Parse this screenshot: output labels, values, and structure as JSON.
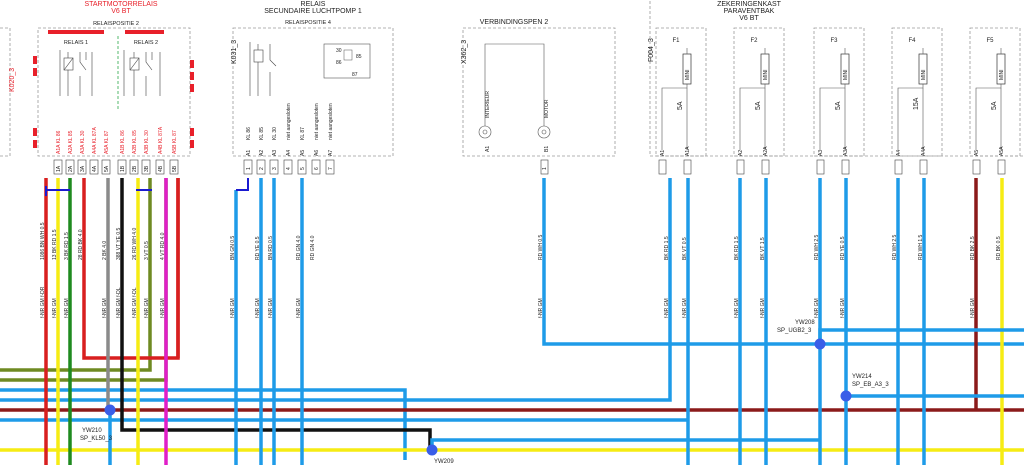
{
  "headers": {
    "start_title": "STARTMOTORRELAIS",
    "start_sub": "V6 BT",
    "relaispos2": "RELAISPOSITIE 2",
    "relais1": "RELAIS 1",
    "relais2": "RELAIS 2",
    "secundaire_title": "RELAIS",
    "secundaire_sub": "SECUNDAIRE LUCHTPOMP 1",
    "relaispos4": "RELAISPOSITIE 4",
    "verbindingspen": "VERBINDINGSPEN 2",
    "zekering_title": "ZEKERINGENKAST",
    "zekering_sub1": "PARAVENTBAK",
    "zekering_sub2": "V6 BT"
  },
  "components": {
    "k020": "K020_3",
    "k031": "K031_3",
    "x362": "X362_3",
    "f004": "F004_3"
  },
  "relay_legend": {
    "p30": "30",
    "p85": "85",
    "p86": "86",
    "p87": "87"
  },
  "startmotor_labels": [
    "A1A KL 86",
    "A2A KL 85",
    "A3A KL 30",
    "A4A KL 87A",
    "A5A KL 87",
    "A1B KL 86",
    "A2B KL 85",
    "A3B KL 30",
    "A4B KL 87A",
    "A5B KL 87"
  ],
  "startmotor_pins": [
    "1A",
    "2A",
    "3A",
    "4A",
    "5A",
    "1B",
    "2B",
    "3B",
    "4B",
    "5B"
  ],
  "secundaire_labels": [
    "A1 KL 86",
    "A2 KL 85",
    "A3 KL 30",
    "A4 niet aangesloten",
    "A5 KL 87",
    "A6 niet aangesloten",
    "A7 niet aangesloten"
  ],
  "secundaire_codes": [
    "A1",
    "A2",
    "A3",
    "A4",
    "A5",
    "A6",
    "A7"
  ],
  "secundaire_pins": [
    "1",
    "2",
    "3",
    "4",
    "5",
    "6",
    "7"
  ],
  "pen_labels": [
    "INTERIEUR",
    "MOTOR"
  ],
  "pen_codes": [
    "A1",
    "B1"
  ],
  "pen_pins": [
    "1"
  ],
  "fuses": [
    {
      "name": "F1",
      "rating": "5A",
      "type": "MINI",
      "pins": [
        "A1",
        "A1A"
      ]
    },
    {
      "name": "F2",
      "rating": "5A",
      "type": "MINI",
      "pins": [
        "A2",
        "A2A"
      ]
    },
    {
      "name": "F3",
      "rating": "5A",
      "type": "MINI",
      "pins": [
        "A3",
        "A3A"
      ]
    },
    {
      "name": "F4",
      "rating": "15A",
      "type": "MINI",
      "pins": [
        "A4",
        "A4A"
      ]
    },
    {
      "name": "F5",
      "rating": "5A",
      "type": "MINI",
      "pins": [
        "A5",
        "A5A"
      ]
    }
  ],
  "wire_labels": [
    "1086 BN WH 0.5",
    "13 BK RD 1.5",
    "3 BK RD 1.5",
    "28 RD BK 4.0",
    "2 BK 4.0",
    "388 VT YE 0.5",
    "26 RD WH 4.0",
    "3 VT 0.5",
    "4 VT RD 4.0",
    "BN GN 0.5",
    "RD YE 0.5",
    "BN RD 0.5",
    "RD GN 4.0",
    "RD GN 4.0",
    "RD WH 0.5",
    "BK RD 1.5",
    "BK VT 0.5",
    "BK RD 1.5",
    "BK VT 1.5",
    "RD WH 2.5",
    "RD YE 0.5",
    "RD WH 2.5",
    "RD WH 1.5",
    "RD BK 2.5",
    "RD BK 0.5"
  ],
  "lower_labels": [
    "f-NR GM f-DR",
    "f-NR GM",
    "f-NR GM",
    "f-NR GM",
    "f-NR GM f-DL",
    "f-NR GM f-DL",
    "f-NR GM",
    "f-NR GM",
    "f-NR GM",
    "f-NR GM",
    "f-NR GM",
    "f-NR GM",
    "f-NR GM",
    "f-NR GM",
    "f-NR GM",
    "f-NR GM",
    "f-NR GM",
    "f-NR GM",
    "f-NR GM",
    "f-NR GM"
  ],
  "splices": [
    {
      "id": "YW210",
      "name": "SP_KL50_3"
    },
    {
      "id": "YW209",
      "name": ""
    },
    {
      "id": "YW208",
      "name": "SP_UGB2_3"
    },
    {
      "id": "YW214",
      "name": "SP_EB_A3_3"
    }
  ],
  "wire_colors": {
    "blue": "#1e9be8",
    "red": "#d81f1f",
    "maroon": "#8b1a1a",
    "yellow": "#f6ec13",
    "green": "#1f8a1f",
    "olive": "#6f8a22",
    "black": "#111111",
    "gray": "#8a8a8a",
    "magenta": "#e01ec8",
    "navy": "#1a1ad0",
    "dot": "#3a5ee8"
  },
  "accent_red": "#e8202a"
}
